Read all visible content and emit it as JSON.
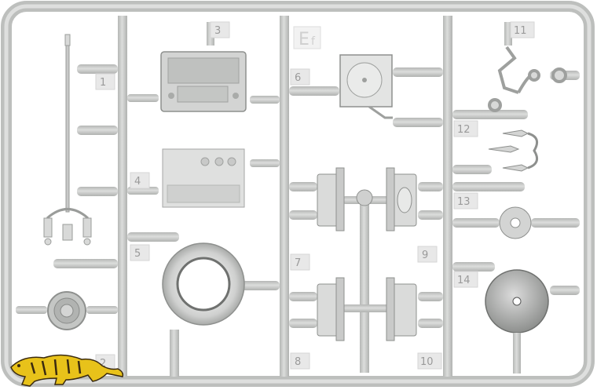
{
  "frame_label": {
    "letter": "E",
    "suffix": "f"
  },
  "part_numbers": [
    "1",
    "2",
    "3",
    "4",
    "5",
    "6",
    "7",
    "8",
    "9",
    "10",
    "11",
    "12",
    "13",
    "14"
  ],
  "colors": {
    "plastic": "#c9cbc9",
    "plastic_dark": "#a9aba9",
    "plastic_light": "#e4e5e4",
    "logo_yellow": "#e8c21a",
    "logo_dark": "#3a2a10"
  },
  "logo": {
    "name": "tiger-logo"
  }
}
